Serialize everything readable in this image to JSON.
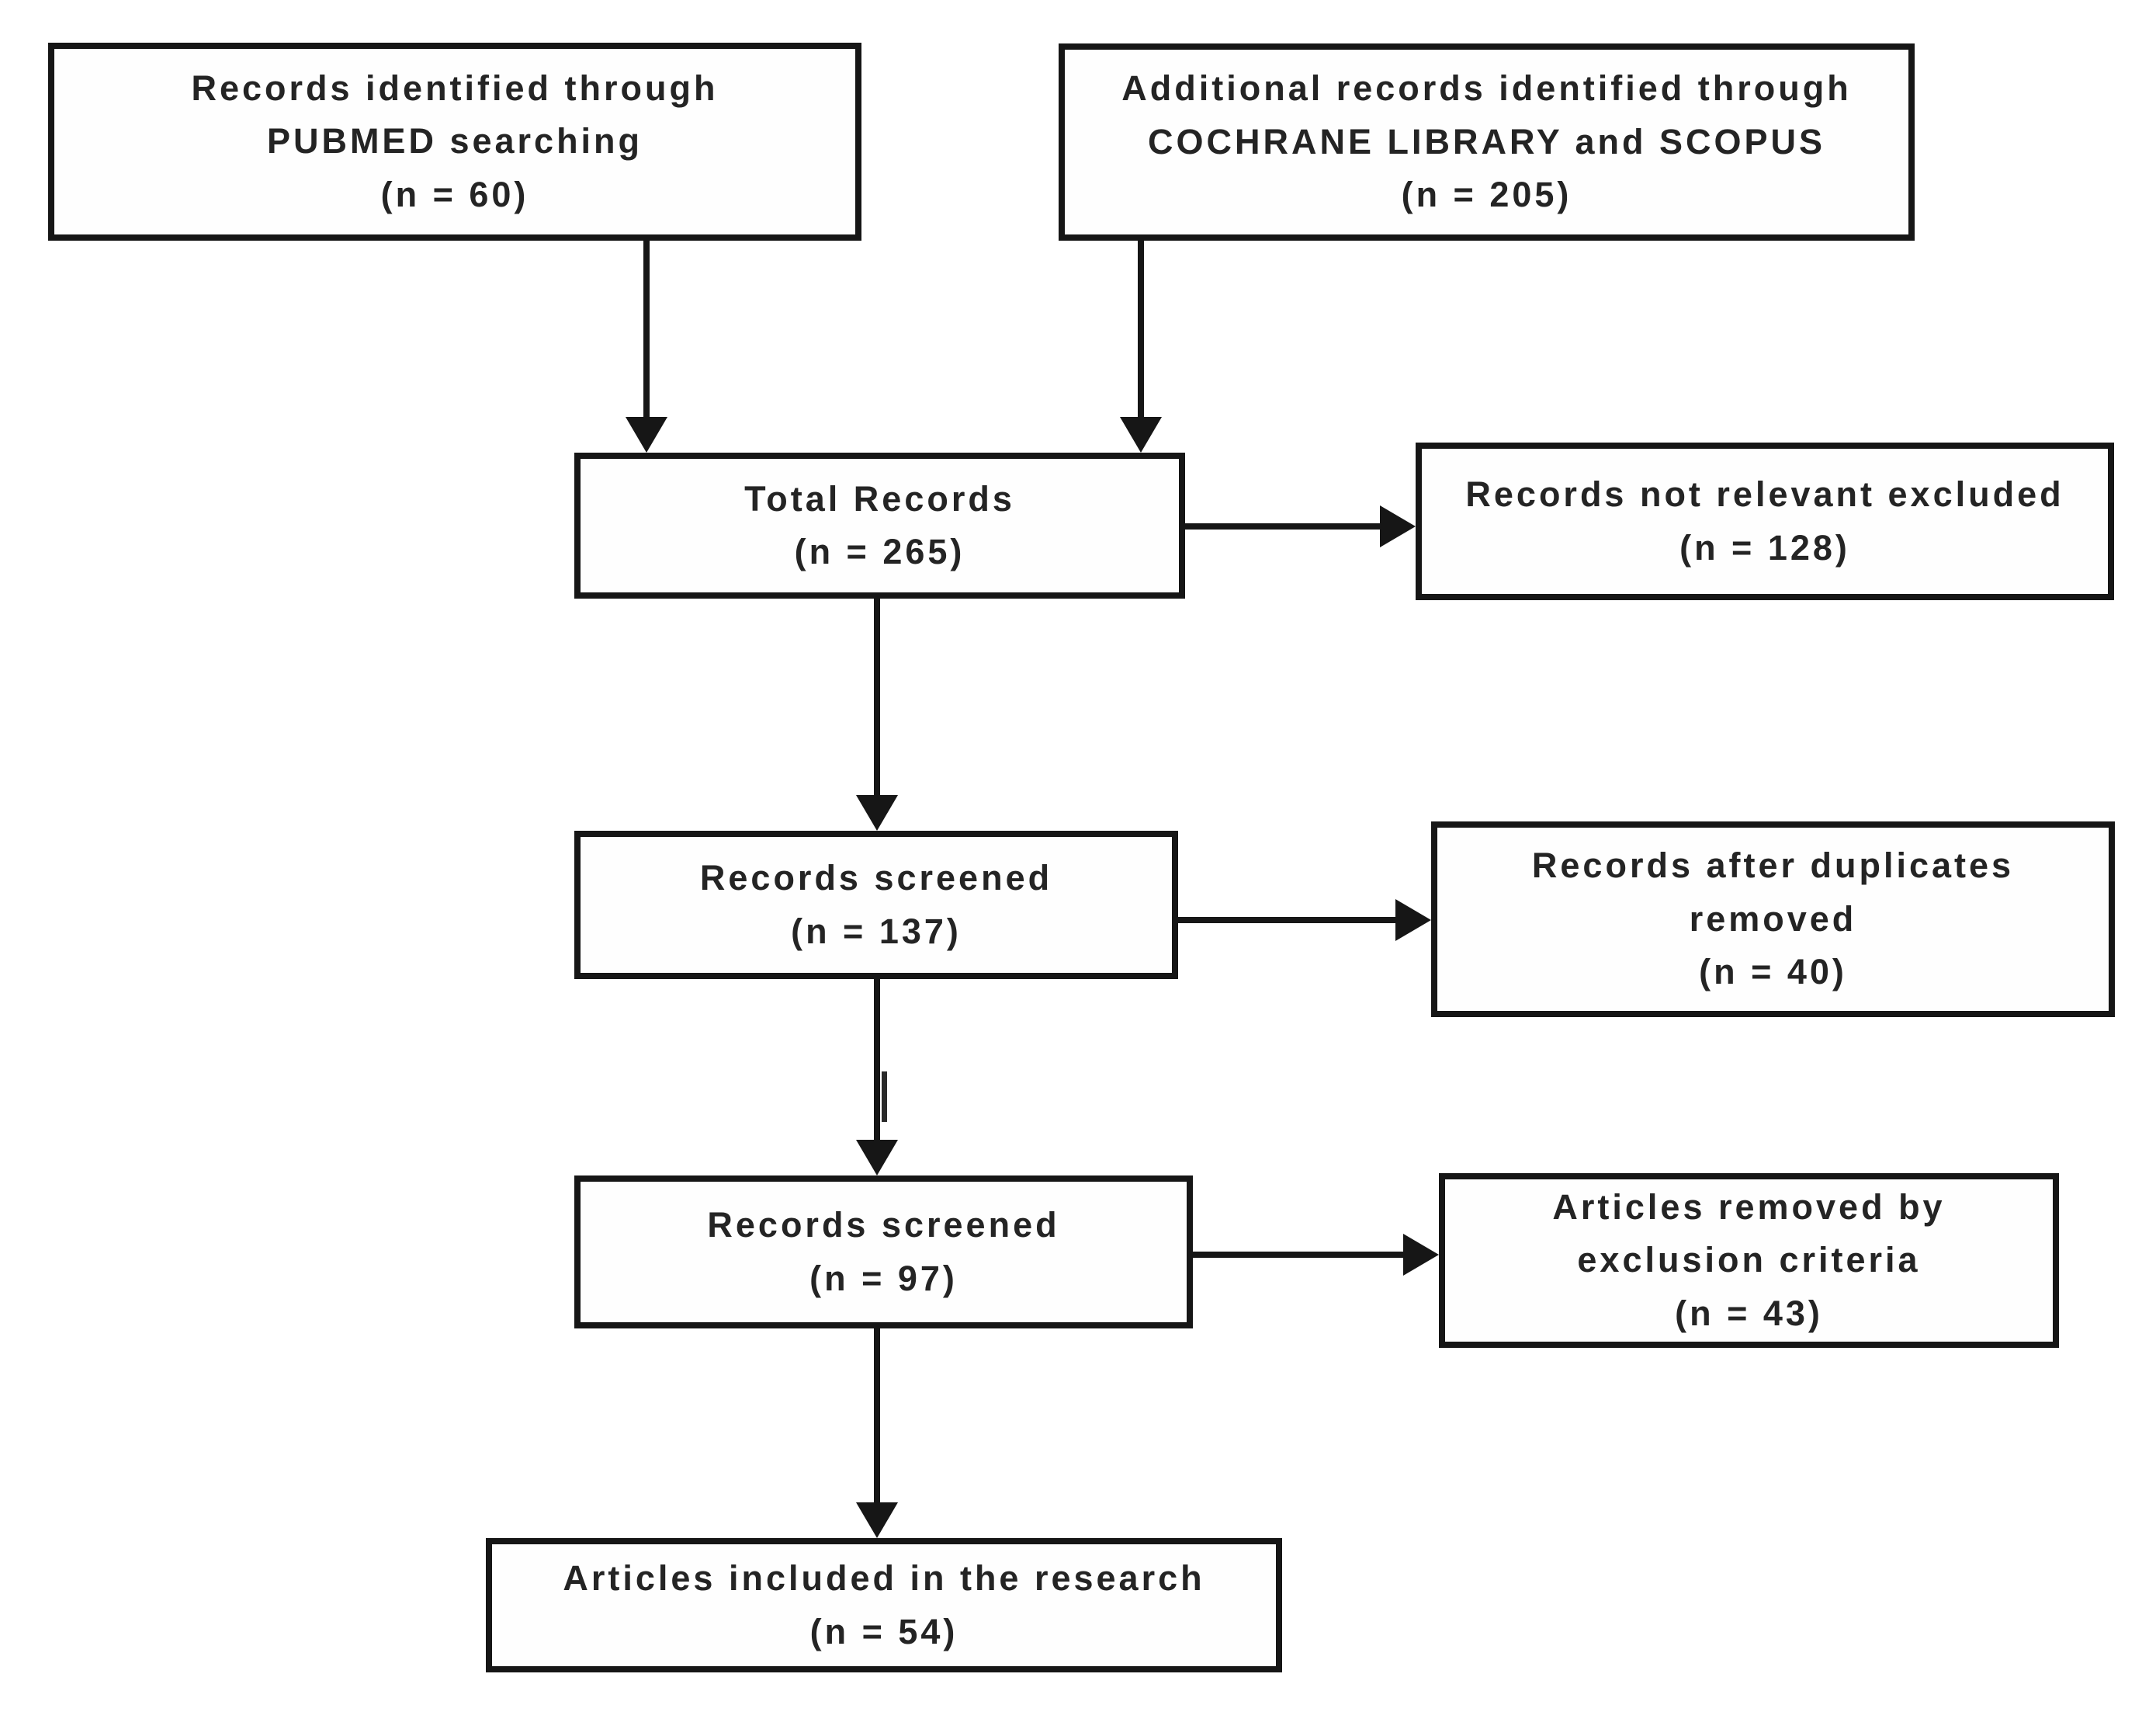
{
  "diagram": {
    "kind": "prisma-flowchart",
    "boxes": {
      "pubmed": {
        "lines": [
          "Records identified through",
          "PUBMED searching",
          "(n = 60)"
        ]
      },
      "additional": {
        "lines": [
          "Additional records identified through",
          "COCHRANE LIBRARY and SCOPUS",
          "(n = 205)"
        ]
      },
      "total": {
        "lines": [
          "Total Records",
          "(n = 265)"
        ]
      },
      "not_relevant": {
        "lines": [
          "Records not relevant excluded",
          "(n = 128)"
        ]
      },
      "screened_137": {
        "lines": [
          "Records screened",
          "(n = 137)"
        ]
      },
      "duplicates_removed": {
        "lines": [
          "Records after duplicates",
          "removed",
          "(n = 40)"
        ]
      },
      "screened_97": {
        "lines": [
          "Records screened",
          "(n = 97)"
        ]
      },
      "excluded_criteria": {
        "lines": [
          "Articles removed by",
          "exclusion criteria",
          "(n = 43)"
        ]
      },
      "included": {
        "lines": [
          "Articles included in the research",
          "(n = 54)"
        ]
      }
    },
    "edges": [
      {
        "from": "pubmed",
        "to": "total"
      },
      {
        "from": "additional",
        "to": "total"
      },
      {
        "from": "total",
        "to": "not_relevant"
      },
      {
        "from": "total",
        "to": "screened_137"
      },
      {
        "from": "screened_137",
        "to": "duplicates_removed"
      },
      {
        "from": "screened_137",
        "to": "screened_97"
      },
      {
        "from": "screened_97",
        "to": "excluded_criteria"
      },
      {
        "from": "screened_97",
        "to": "included"
      }
    ],
    "colors": {
      "line": "#161616",
      "text": "#242424",
      "background": "#ffffff"
    }
  }
}
